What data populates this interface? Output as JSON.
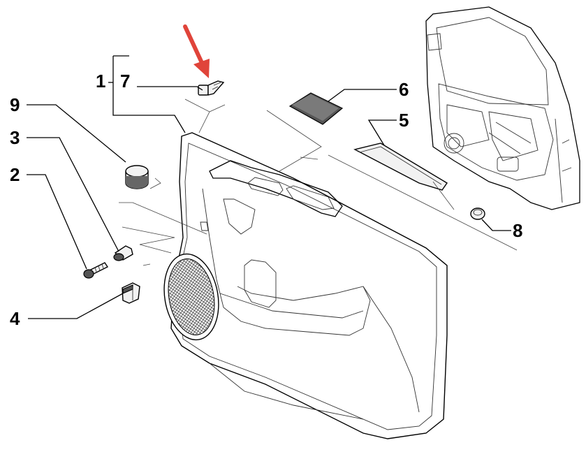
{
  "diagram": {
    "callouts": [
      {
        "num": "1"
      },
      {
        "num": "2"
      },
      {
        "num": "3"
      },
      {
        "num": "4"
      },
      {
        "num": "5"
      },
      {
        "num": "6"
      },
      {
        "num": "7"
      },
      {
        "num": "8"
      },
      {
        "num": "9"
      }
    ],
    "highlight_color": "#e0443a"
  }
}
